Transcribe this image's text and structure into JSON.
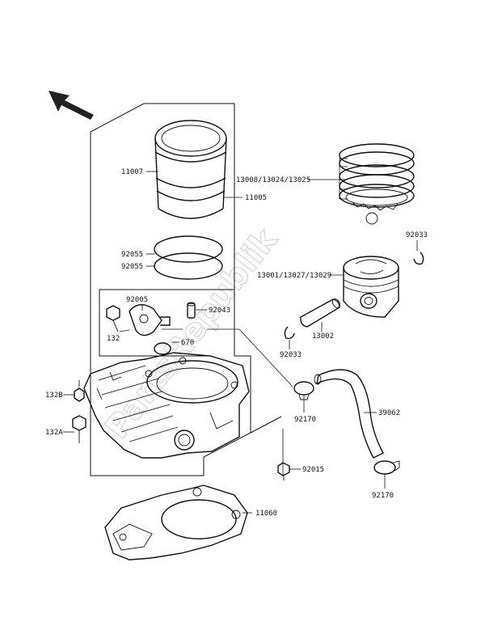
{
  "watermark": "PartsRepublik",
  "labels": {
    "l11007": "11007",
    "l11005": "11005",
    "l92055a": "92055",
    "l92055b": "92055",
    "l92005": "92005",
    "l132": "132",
    "l92043": "92043",
    "l670": "670",
    "l132b": "132B",
    "l132a": "132A",
    "lRings": "13008/13024/13025",
    "l92033a": "92033",
    "lPiston": "13001/13027/13029",
    "l13002": "13002",
    "l92033b": "92033",
    "l92170a": "92170",
    "l39062": "39062",
    "l92015": "92015",
    "l92170b": "92170",
    "l11060": "11060"
  }
}
